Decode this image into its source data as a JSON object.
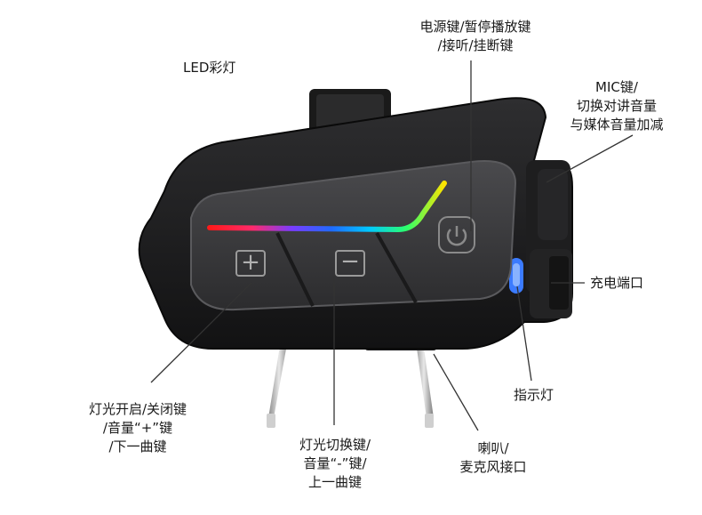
{
  "labels": {
    "led": "LED彩灯",
    "power": [
      "电源键/暂停播放键",
      "/接听/挂断键"
    ],
    "mic": [
      "MIC键/",
      "切换对讲音量",
      "与媒体音量加减"
    ],
    "charge": "充电端口",
    "indicator": "指示灯",
    "plus": [
      "灯光开启/关闭键",
      "/音量“+”键",
      "/下一曲键"
    ],
    "minus": [
      "灯光切换键/",
      "音量“-”键/",
      "上一曲键"
    ],
    "speaker": [
      "喇叭/",
      "麦克风接口"
    ]
  },
  "buttons": {
    "plus_symbol": "+",
    "minus_symbol": "−"
  },
  "colors": {
    "body": "#1b1b1c",
    "panel": "#3a3a3c",
    "indicator": "#3b7bff",
    "leader": "#333333"
  }
}
